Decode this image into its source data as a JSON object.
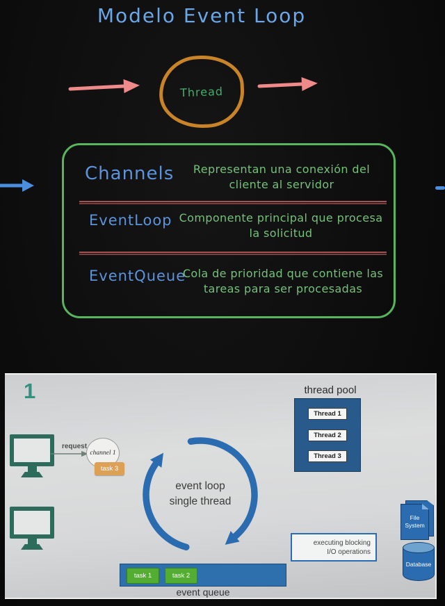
{
  "colors": {
    "title_blue": "#69a7e8",
    "term_blue": "#5b93dd",
    "desc_green": "#74c17a",
    "box_green": "#58b55e",
    "circle_orange": "#c98428",
    "thread_green": "#3fb06a",
    "arrow_pink": "#ee8a8a",
    "arrow_blue": "#4c8ede",
    "teal": "#2d6b5a",
    "step_teal": "#35917f",
    "diagram_blue": "#2b6cb0",
    "task_green": "#54ad33",
    "task_orange": "#dda156",
    "pool_blue": "#285a8c"
  },
  "top": {
    "title": "Modelo Event Loop",
    "thread_label": "Thread",
    "rows": [
      {
        "term": "Channels",
        "description": "Representan una conexión del cliente al servidor"
      },
      {
        "term": "EventLoop",
        "description": "Componente principal que procesa la solicitud"
      },
      {
        "term": "EventQueue",
        "description": "Cola de prioridad que contiene las tareas para ser procesadas"
      }
    ]
  },
  "bottom": {
    "step_number": "1",
    "request_label": "request",
    "channel_label": "channel 1",
    "task_label": "task 3",
    "event_loop": {
      "line1": "event loop",
      "line2": "single thread"
    },
    "thread_pool": {
      "title": "thread pool",
      "threads": [
        "Thread 1",
        "Thread 2",
        "Thread 3"
      ]
    },
    "io_box": {
      "line1": "executing blocking",
      "line2": "I/O operations"
    },
    "file_system_label": "File System",
    "database_label": "Database",
    "event_queue": {
      "label": "event queue",
      "tasks": [
        "task 1",
        "task 2"
      ]
    }
  }
}
